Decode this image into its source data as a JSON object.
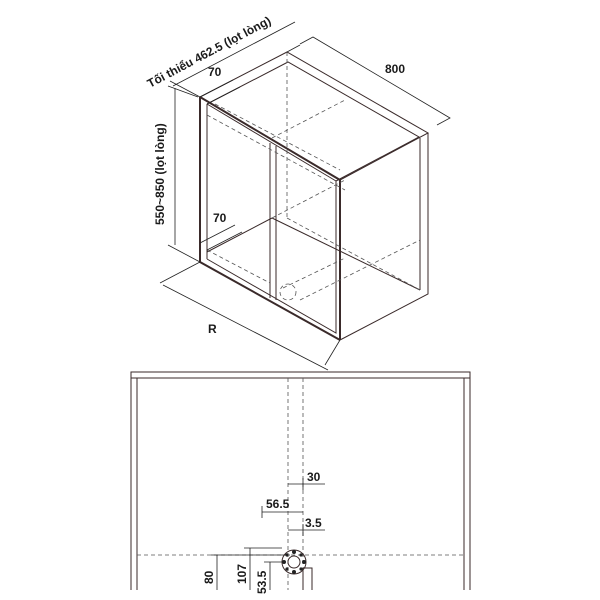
{
  "labels": {
    "width": "800",
    "depth": "Tối thiểu 462.5 (lọt lòng)",
    "height": "550~850 (lọt lòng)",
    "top_offset": "70",
    "bottom_offset": "70",
    "r": "R",
    "d30": "30",
    "d56": "56.5",
    "d3": "3.5",
    "d80": "80",
    "d107": "107",
    "d53": "53.5"
  }
}
